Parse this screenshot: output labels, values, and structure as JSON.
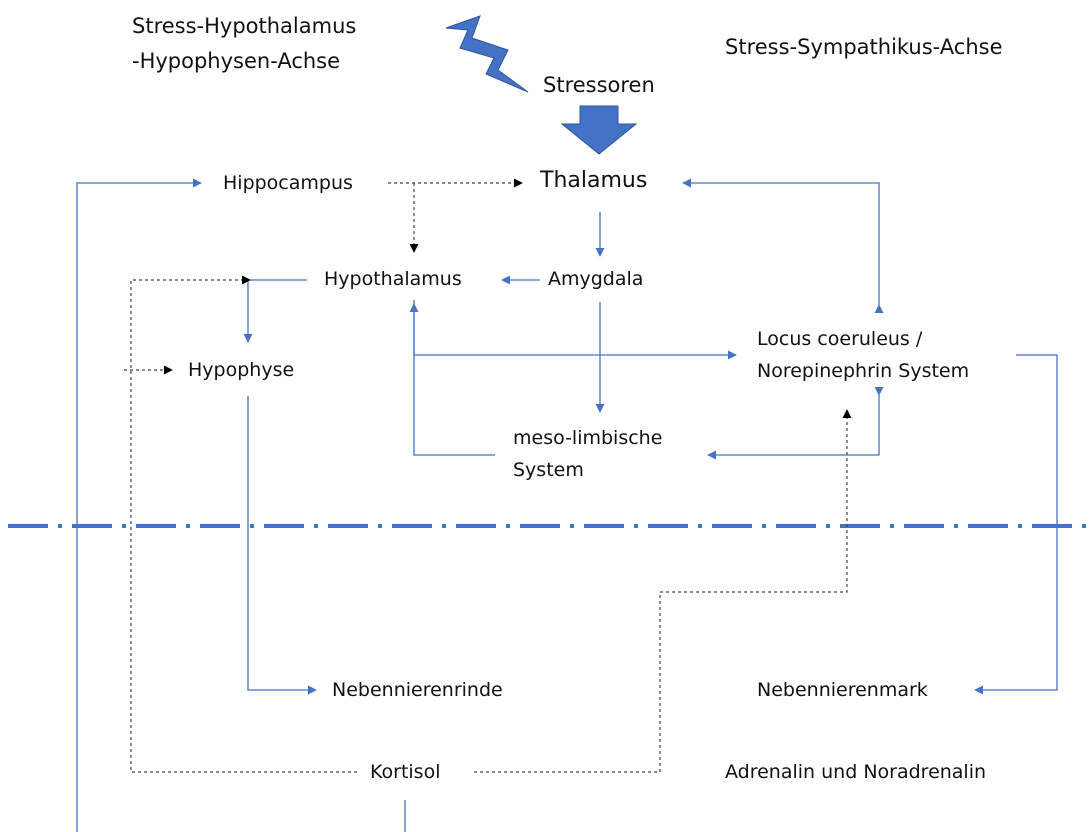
{
  "diagram": {
    "titles": {
      "hpa_line1": "Stress-Hypothalamus",
      "hpa_line2": "-Hypophysen-Achse",
      "sympathikus": "Stress-Sympathikus-Achse"
    },
    "nodes": {
      "stressoren": "Stressoren",
      "hippocampus": "Hippocampus",
      "thalamus": "Thalamus",
      "hypothalamus": "Hypothalamus",
      "amygdala": "Amygdala",
      "hypophyse": "Hypophyse",
      "locus_line1": "Locus coeruleus /",
      "locus_line2": "Norepinephrin System",
      "meso_line1": "meso-limbische",
      "meso_line2": "System",
      "nebennierenrinde": "Nebennierenrinde",
      "nebennierenmark": "Nebennierenmark",
      "kortisol": "Kortisol",
      "adrenalin": "Adrenalin und Noradrenalin"
    },
    "colors": {
      "accent": "#4472C4",
      "dashed": "#444444",
      "text": "#111111"
    },
    "icons": [
      "lightning-icon",
      "down-arrow-icon"
    ]
  }
}
